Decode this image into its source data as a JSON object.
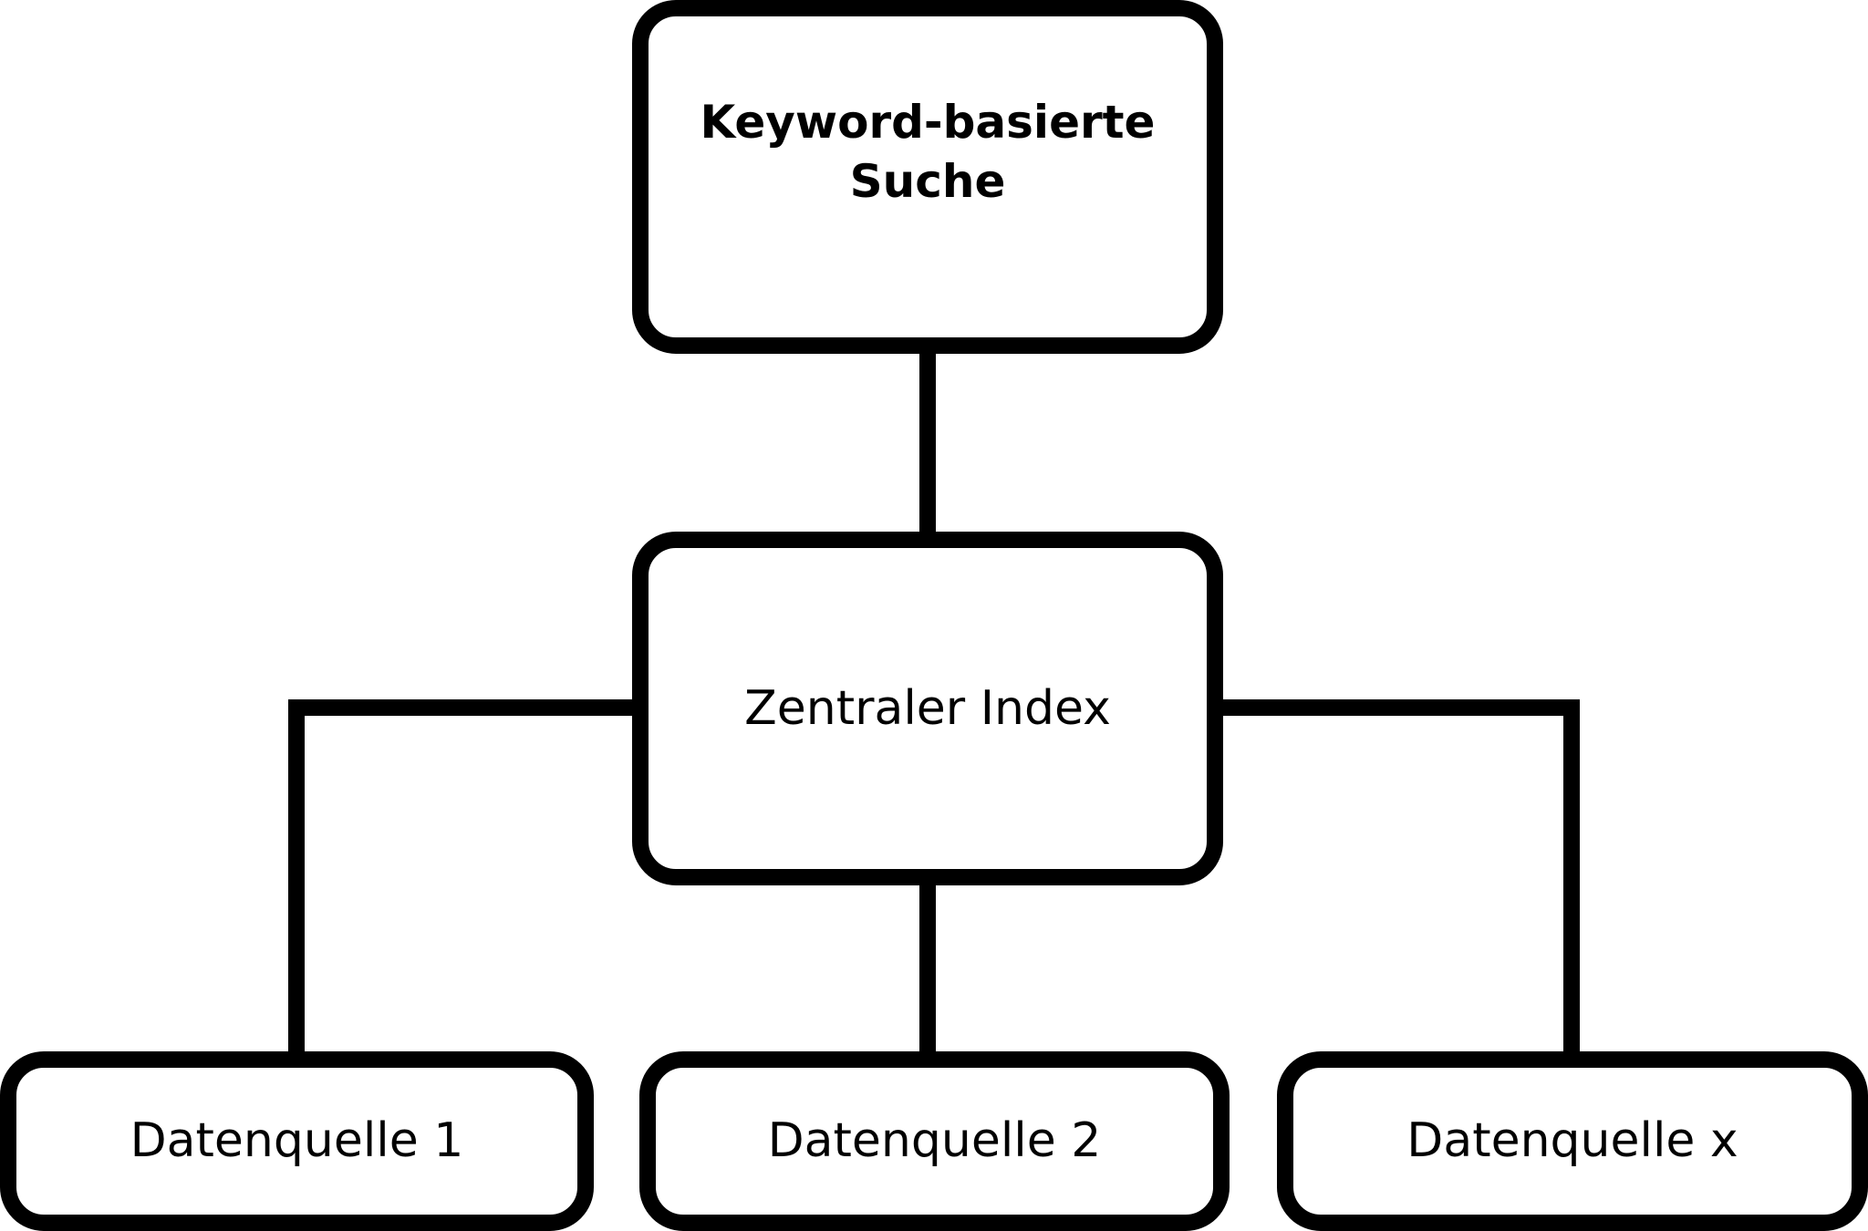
{
  "nodes": {
    "top": {
      "label": "Keyword-basierte Suche"
    },
    "center": {
      "label": "Zentraler Index"
    },
    "sources": [
      {
        "label": "Datenquelle 1"
      },
      {
        "label": "Datenquelle 2"
      },
      {
        "label": "Datenquelle x"
      }
    ]
  },
  "colors": {
    "stroke": "#000000",
    "background": "#ffffff",
    "text": "#000000"
  }
}
